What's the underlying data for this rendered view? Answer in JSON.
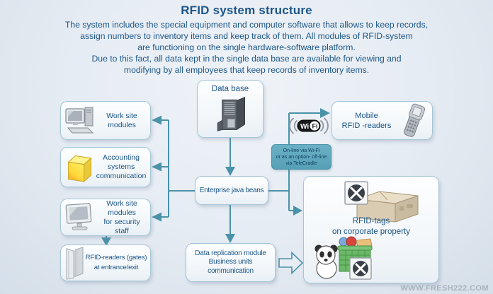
{
  "colors": {
    "accent_teal": "#4a92a8",
    "text_blue": "#1c5688",
    "node_border": "#a6c6d8",
    "note_bg": "#55a0b6",
    "cube_yellow": "#ffe24a",
    "watermark_gray": "#a8b2bc"
  },
  "header": {
    "title": "RFID system structure",
    "lines": [
      "The system includes the special equipment and computer software that allows to keep records,",
      "assign numbers to inventory items and keep track of them. All modules of RFID-system",
      "are functioning on the single hardware-software platform.",
      "Due to this fact, all data kept in the single data base are available for viewing and",
      "modifying by all employees that keep records of inventory items."
    ]
  },
  "nodes": {
    "database": {
      "label": "Data base"
    },
    "work_site": {
      "lines": [
        "Work site",
        "modules"
      ]
    },
    "accounting": {
      "lines": [
        "Accounting",
        "systems",
        "communication"
      ]
    },
    "work_site_security": {
      "lines": [
        "Work site",
        "modules",
        "for security staff"
      ]
    },
    "gates": {
      "lines": [
        "RFID-readers (gates)",
        "at entrance/exit"
      ]
    },
    "ejb": {
      "label": "Enterprise java beans"
    },
    "data_replication": {
      "lines": [
        "Data replication module",
        "Business units",
        "communication"
      ]
    },
    "mobile_readers": {
      "lines": [
        "Mobile",
        "RFID -readers"
      ]
    },
    "rfid_tags": {
      "lines": [
        "RFID-tags",
        "on corporate property"
      ]
    }
  },
  "note": {
    "lines": [
      "On-line via Wi-Fi",
      "or as an option- off-line",
      "via TeleCradle"
    ]
  },
  "wifi_logo": {
    "wi": "Wi",
    "fi": "Fi"
  },
  "watermark": "WWW.FRESH222.COM"
}
